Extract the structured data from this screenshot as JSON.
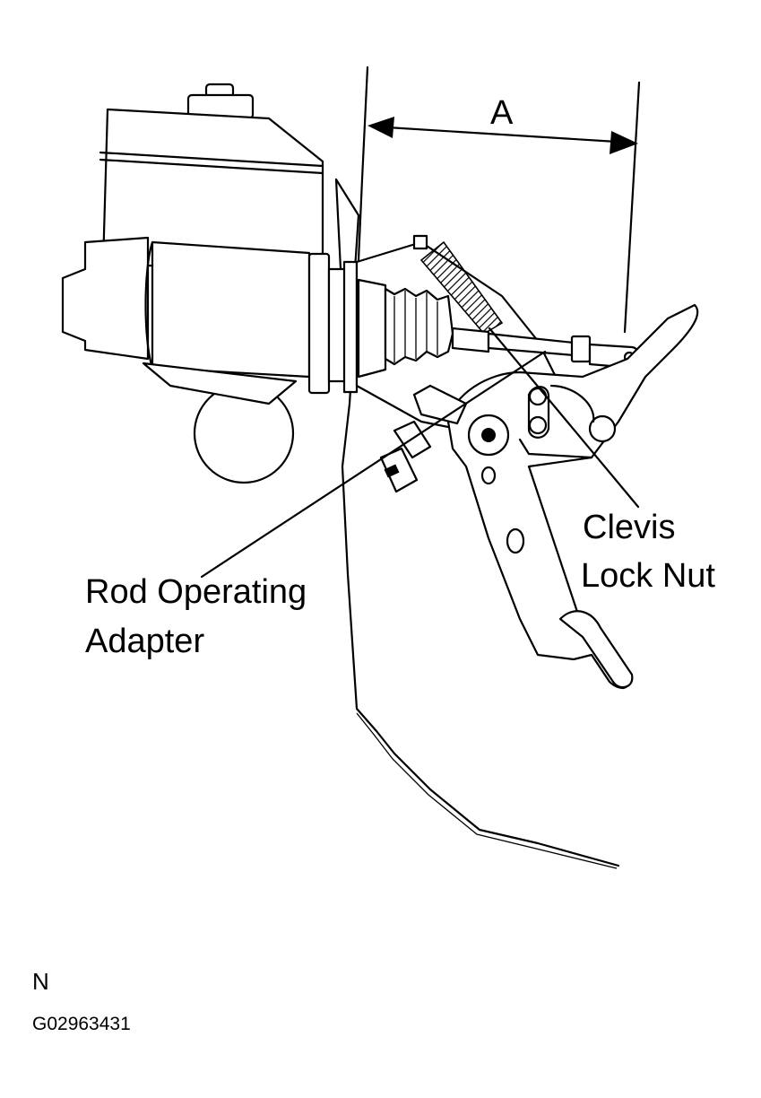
{
  "labels": {
    "dimension": "A",
    "rod_line1": "Rod Operating",
    "rod_line2": "Adapter",
    "clevis_line1": "Clevis",
    "clevis_line2": "Lock Nut",
    "view": "N",
    "figure_id": "G02963431"
  }
}
